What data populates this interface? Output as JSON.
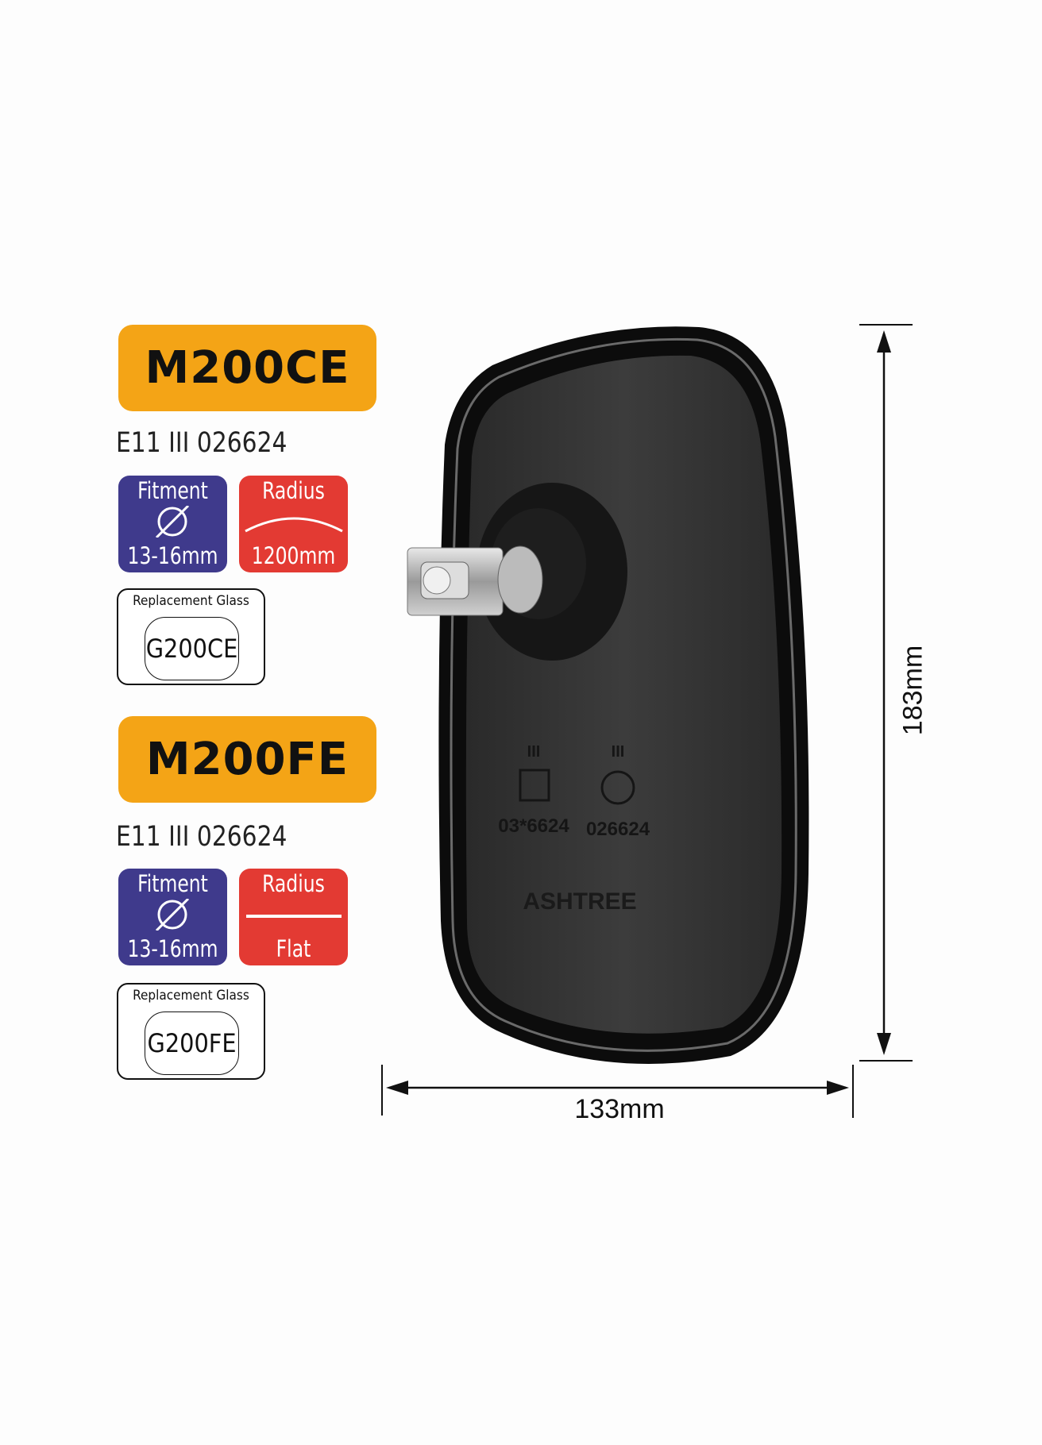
{
  "products": [
    {
      "model": "M200CE",
      "approval": "E11 III 026624",
      "fitment": {
        "label": "Fitment",
        "value": "13-16mm",
        "icon": "diameter-icon"
      },
      "radius": {
        "label": "Radius",
        "value": "1200mm",
        "icon": "curve-icon"
      },
      "glass": {
        "label": "Replacement Glass",
        "code": "G200CE"
      }
    },
    {
      "model": "M200FE",
      "approval": "E11 III 026624",
      "fitment": {
        "label": "Fitment",
        "value": "13-16mm",
        "icon": "diameter-icon"
      },
      "radius": {
        "label": "Radius",
        "value": "Flat",
        "icon": "flat-line-icon"
      },
      "glass": {
        "label": "Replacement Glass",
        "code": "G200FE"
      }
    }
  ],
  "dimensions": {
    "height": "183mm",
    "width": "133mm"
  },
  "mirror_markings": {
    "class_left": "III",
    "class_right": "III",
    "number_left": "03*6624",
    "number_right": "026624",
    "brand": "ASHTREE"
  },
  "colors": {
    "model_badge": "#f4a416",
    "fitment_badge": "#3f3a8c",
    "radius_badge": "#e33a33"
  }
}
